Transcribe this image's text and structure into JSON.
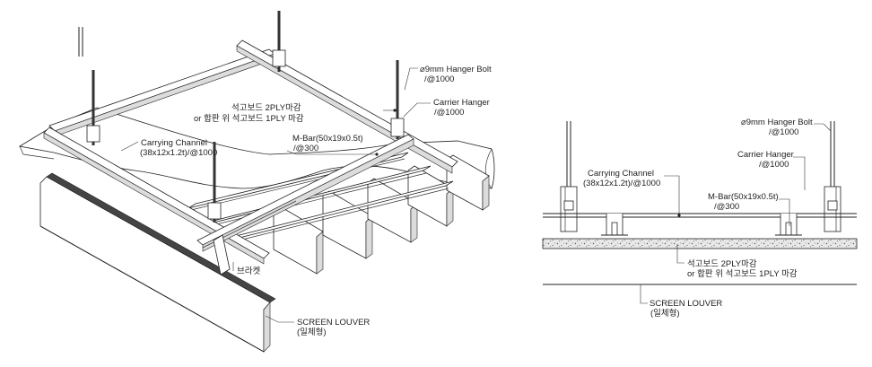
{
  "iso": {
    "hanger_bolt": "⌀9mm Hanger Bolt",
    "hanger_bolt_spacing": "/@1000",
    "carrier_hanger": "Carrier Hanger",
    "carrier_hanger_spacing": "/@1000",
    "gypsum_line1": "석고보드 2PLY마감",
    "gypsum_line2": "or 합판 위 석고보드 1PLY 마감",
    "carrying_channel": "Carrying Channel",
    "carrying_channel_spec": "(38x12x1.2t)/@1000",
    "mbar": "M-Bar(50x19x0.5t)",
    "mbar_spacing": "/@300",
    "bracket": "브라켓",
    "screen_louver": "SCREEN LOUVER",
    "screen_louver_type": "(일체형)"
  },
  "section": {
    "hanger_bolt": "⌀9mm Hanger Bolt",
    "hanger_bolt_spacing": "/@1000",
    "carrier_hanger": "Carrier Hanger",
    "carrier_hanger_spacing": "/@1000",
    "carrying_channel": "Carrying Channel",
    "carrying_channel_spec": "(38x12x1.2t)/@1000",
    "mbar": "M-Bar(50x19x0.5t)",
    "mbar_spacing": "/@300",
    "gypsum_line1": "석고보드 2PLY마감",
    "gypsum_line2": "or 합판 위 석고보드 1PLY 마감",
    "screen_louver": "SCREEN LOUVER",
    "screen_louver_type": "(일체형)"
  }
}
